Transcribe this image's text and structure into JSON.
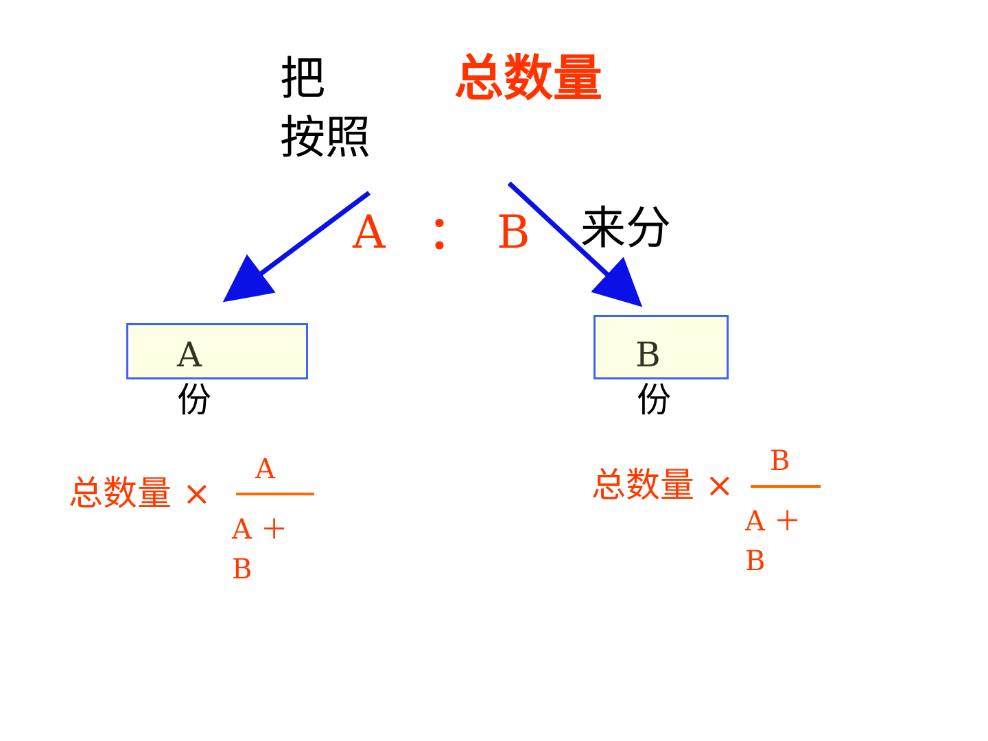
{
  "header": {
    "word_ba": "把",
    "total": "总数量",
    "word_anzhao": "按照",
    "ratio_a": "A",
    "ratio_colon": "：",
    "ratio_b": "B",
    "word_laifen": "来分"
  },
  "left_part": {
    "box_letter": "A",
    "box_unit": "份",
    "formula_prefix": "总数量 ×",
    "numerator": "A",
    "denominator_line1": "A ＋",
    "denominator_line2": "B"
  },
  "right_part": {
    "box_letter": "B",
    "box_unit": "份",
    "formula_prefix": "总数量 ×",
    "numerator": "B",
    "denominator_line1": "A ＋",
    "denominator_line2": "B"
  },
  "colors": {
    "arrow": "#0a10e6",
    "box_border": "#3a63ff",
    "box_fill": "#ffffe6",
    "emphasis": "#ff3300",
    "formula": "#ff3a00"
  }
}
